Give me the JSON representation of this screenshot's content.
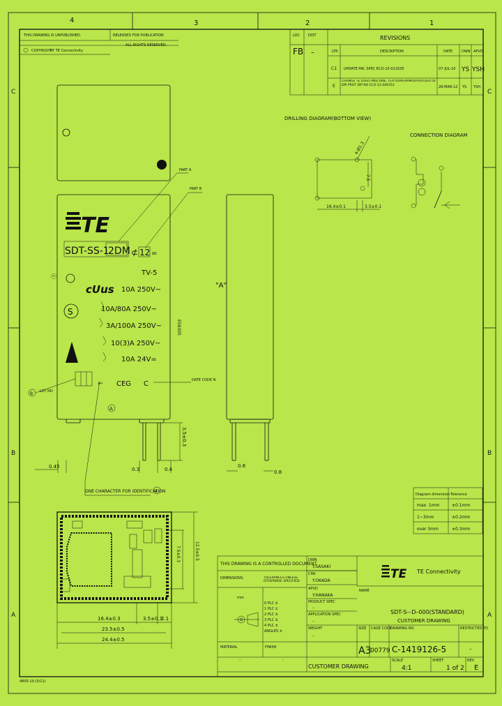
{
  "frame": {
    "zones_top": [
      "4",
      "3",
      "2",
      "1"
    ],
    "zones_side": [
      "C",
      "C",
      "B",
      "B",
      "A",
      "A"
    ]
  },
  "header_left": {
    "line1": "THIS DRAWING IS UNPUBLISHED.",
    "line1b": "RELEASED FOR PUBLICATION",
    "line2": "COPYRIGHT",
    "line2b": "BY TE Connectivity",
    "line3": "ALL RIGHTS RESERVED."
  },
  "revisions": {
    "title": "REVISIONS",
    "loc_label": "LOC",
    "dist_label": "DIST",
    "loc_value": "FB",
    "dist_value": "–",
    "headers": [
      "LTR",
      "DESCRIPTION",
      "DATE",
      "DWN",
      "APVD"
    ],
    "rows": [
      {
        "ltr": "C1",
        "desc": "UPDATE PAC SPEC ECO-10-011635",
        "date": "07-JUL-10",
        "dwn": "YS",
        "apvd": "YSH"
      },
      {
        "ltr": "E",
        "desc": "CHANGE TE LOGO AND LINE, TEXT/DIAGRAM/DATA/LOGO OF DPI PROT DIP NO ECO-12-006353",
        "date": "28-MAR-12",
        "dwn": "YS",
        "apvd": "YSH"
      }
    ]
  },
  "views": {
    "drilling_title": "DRILLING DIAGRAM(BOTTOM VIEW)",
    "connection_title": "CONNECTION DIAGRAM",
    "part_a": "PART A",
    "part_b": "PART B",
    "lot_no": "LOT NO",
    "date_code": "DATE CODE N",
    "view_a": "\"A\"",
    "view_a_marker": "A",
    "one_char": "ONE CHARACTER FOR IDENTIFICATION",
    "circle_a": "A",
    "circle_b": "B"
  },
  "relay_label": {
    "logo": "TE",
    "part": "SDT-SS-1",
    "part_suffix": "2DM",
    "coil": "12",
    "type": "TV-5",
    "r1": "10A 250V~",
    "r2": "10A/80A 250V~",
    "r3": "3A/100A 250V~",
    "r4": "10(3)A 250V~",
    "r5": "10A 24V=",
    "ceg": "CEG",
    "c": "C",
    "series": "E58305"
  },
  "dimensions": {
    "d_045": "0.45",
    "d_03": "0.3",
    "d_04": "0.4",
    "d_08a": "0.8",
    "d_08b": "0.8",
    "d_35": "3.5±0.3",
    "drill_164": "16.4±0.1",
    "drill_35": "3.5±0.1",
    "drill_hole": "4-Ø1.3",
    "bot_164": "16.4±0.3",
    "bot_35": "3.5±0.3",
    "bot_21": "2.1",
    "bot_235": "23.5±0.5",
    "bot_244": "24.4±0.5",
    "side_125": "12.5±0.5",
    "side_75": "7.5±0.3"
  },
  "tolerance_table": {
    "headers": [
      "Diagram dimension",
      "Tolerance"
    ],
    "rows": [
      [
        "max. 1mm",
        "±0.1mm"
      ],
      [
        "1~3mm",
        "±0.2mm"
      ],
      [
        "over 3mm",
        "±0.3mm"
      ]
    ]
  },
  "title_block": {
    "controlled": "THIS DRAWING IS A CONTROLLED DOCUMENT.",
    "dimensions_label": "DIMENSIONS:",
    "dimensions_unit": "mm",
    "tolerances": "TOLERANCES UNLESS OTHERWISE SPECIFIED:",
    "tol_lines": [
      "0 PLC  ±",
      "1 PLC  ±",
      "2 PLC  ±",
      "3 PLC  ±",
      "4 PLC  ±",
      "ANGLES  ±"
    ],
    "dwn_label": "DWN",
    "dwn_value": "Y.SASAKI",
    "chk_label": "CHK",
    "chk_value": "Y.OKADA",
    "appvd_label": "APVD",
    "appvd_value": "Y.HANAKA",
    "product_spec": "PRODUCT SPEC",
    "application_spec": "APPLICATION SPEC",
    "weight": "WEIGHT",
    "material": "MATERIAL",
    "finish": "FINISH",
    "company": "TE Connectivity",
    "name_label": "NAME",
    "name_line1": "SDT-S-–D–000(STANDARD)",
    "name_line2": "CUSTOMER DRAWING",
    "size_label": "SIZE",
    "size_value": "A3",
    "cage_label": "CAGE CODE",
    "cage_value": "00779",
    "dwg_label": "DRAWING NO",
    "dwg_value": "C-1419126-5",
    "restricted_label": "RESTRICTED TO",
    "restricted_value": "–",
    "scale_label": "SCALE",
    "scale_value": "4:1",
    "sheet_label": "SHEET",
    "sheet_value": "1 of 2",
    "rev_label": "REV",
    "rev_value": "E",
    "customer_drawing": "CUSTOMER DRAWING",
    "footer_left": "4805-19 (3/11)"
  },
  "colors": {
    "background": "#b9e64a",
    "ink": "#111111"
  }
}
